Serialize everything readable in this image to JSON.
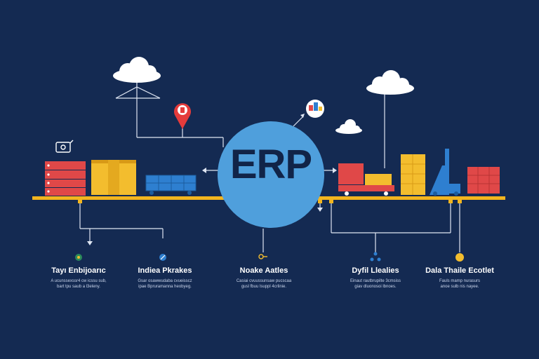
{
  "hub": {
    "label": "ERP"
  },
  "captions": [
    {
      "title": "Tayı Enbijoarıc",
      "desc_line1": "A ucunssexssr4 cw icssu sub,",
      "desc_line2": "bart tpu saub a l3eleny."
    },
    {
      "title": "Indiea Pkrakes",
      "desc_line1": "Gsar osawwudaba cvueisscz",
      "desc_line2": "ipae Bpruramanna heobyeg."
    },
    {
      "title": "Noake Aatles",
      "desc_line1": "Casiai cvuussunsaw pucscaa",
      "desc_line2": "gusl fbuu lsuppl 4crlinie."
    },
    {
      "title": "Dyfil Llealies",
      "desc_line1": "Einaut rautbrupilte 3cmsiss",
      "desc_line2": "giav dluonosoi lbnoes."
    },
    {
      "title": "Dala Thaile Ecotlet",
      "desc_line1": "Fauls mamp nurasurs",
      "desc_line2": "anoe sulb nis nayee."
    }
  ],
  "icons": [
    "cloud-icon",
    "map-pin-icon",
    "chart-icon",
    "server-rack-icon",
    "warehouse-crate-icon",
    "pallet-icon",
    "truck-icon",
    "forklift-icon",
    "shipping-container-icon"
  ],
  "colors": {
    "background": "#142a52",
    "hub": "#4f9fdc",
    "rail": "#f3b51e",
    "red": "#e04848",
    "yellow": "#f3bd2e",
    "blue": "#2e7fd0"
  }
}
